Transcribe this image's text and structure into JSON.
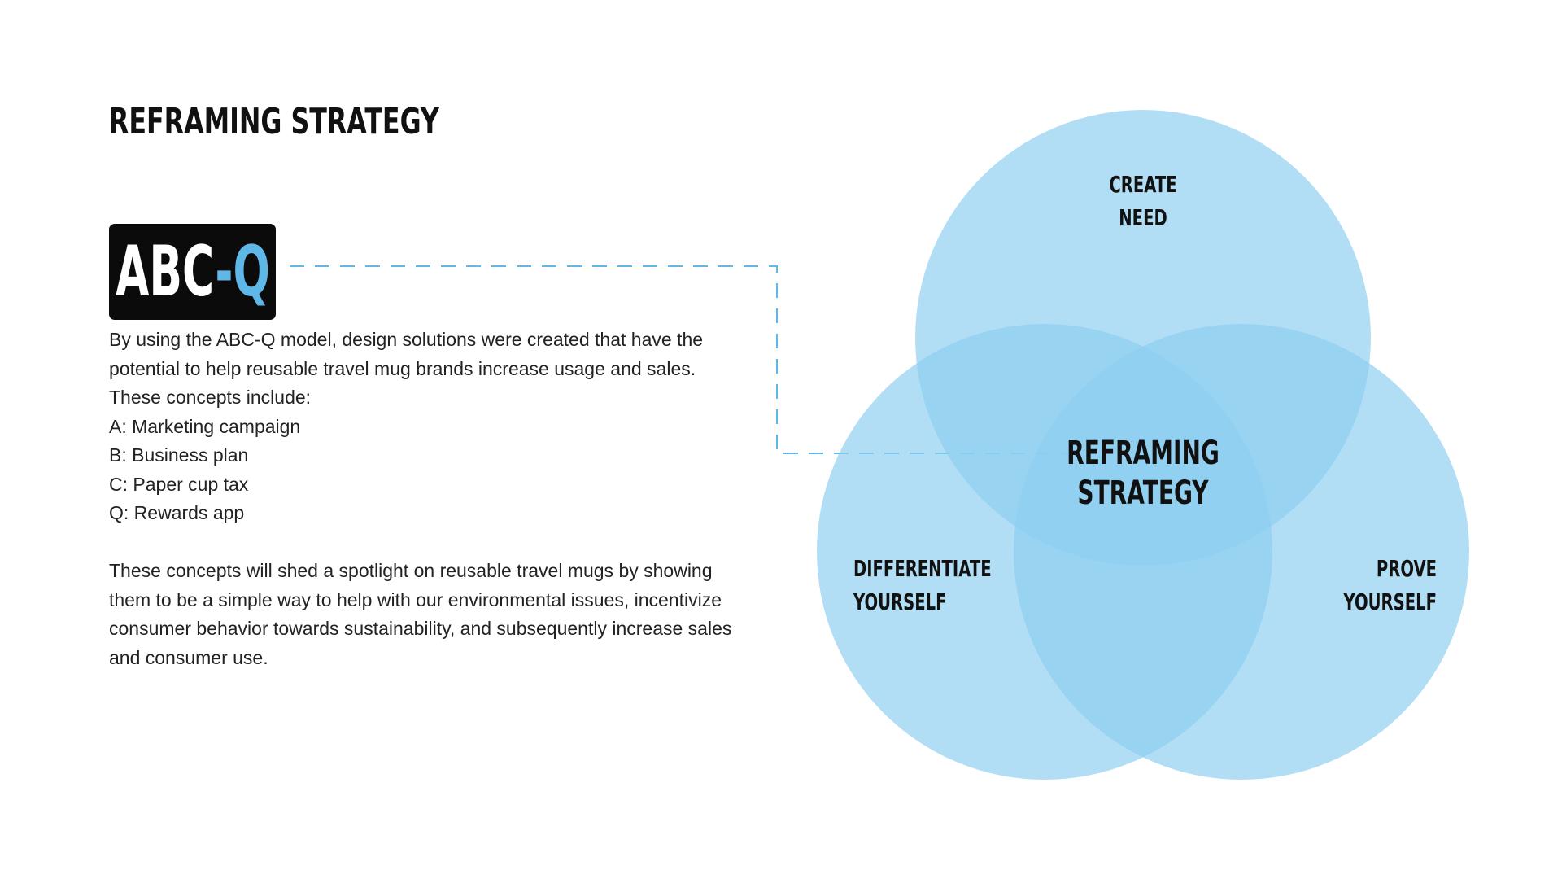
{
  "slide": {
    "title": "REFRAMING STRATEGY"
  },
  "logo": {
    "main": "ABC",
    "dash": "-",
    "accent": "Q"
  },
  "body": {
    "paragraph1": [
      "By using the ABC-Q model, design solutions were created that have the",
      "potential to help reusable travel mug brands increase usage and sales.",
      "These concepts include:"
    ],
    "concepts": [
      "A: Marketing campaign",
      "B: Business plan",
      "C: Paper cup tax",
      "Q: Rewards app"
    ],
    "paragraph2": [
      "These concepts will shed a spotlight on reusable travel mugs by showing",
      "them to be a simple way to help with our environmental issues,  incentivize",
      "consumer behavior towards sustainability, and subsequently increase sales",
      "and consumer use."
    ]
  },
  "venn": {
    "colors": {
      "circle": "#8ecff0",
      "accent": "#5fb7e8",
      "text": "#111111"
    },
    "top": [
      "CREATE",
      "NEED"
    ],
    "left": [
      "DIFFERENTIATE",
      "YOURSELF"
    ],
    "right": [
      "PROVE",
      "YOURSELF"
    ],
    "center": [
      "REFRAMING",
      "STRATEGY"
    ]
  }
}
